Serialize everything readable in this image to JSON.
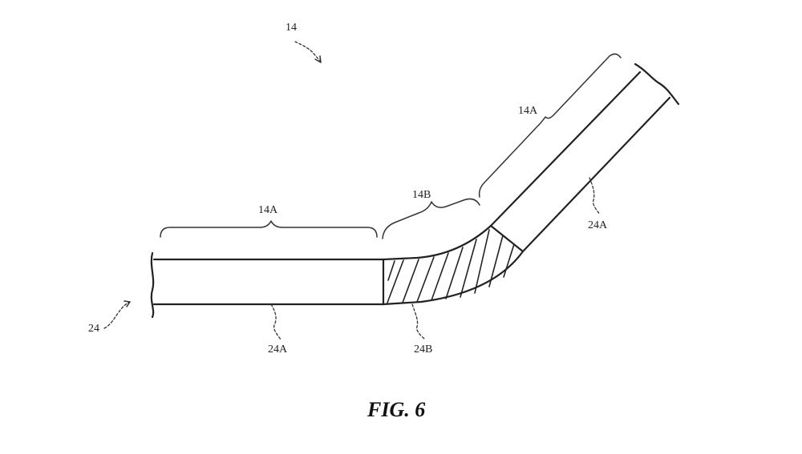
{
  "figure": {
    "caption": "FIG. 6",
    "labels": {
      "device": "14",
      "layer": "24",
      "flat_region_left": "14A",
      "bend_region": "14B",
      "flat_region_right": "14A",
      "layer_portion_left": "24A",
      "layer_portion_bend": "24B",
      "layer_portion_right": "24A"
    }
  },
  "colors": {
    "line": "#222222",
    "background": "#ffffff"
  }
}
